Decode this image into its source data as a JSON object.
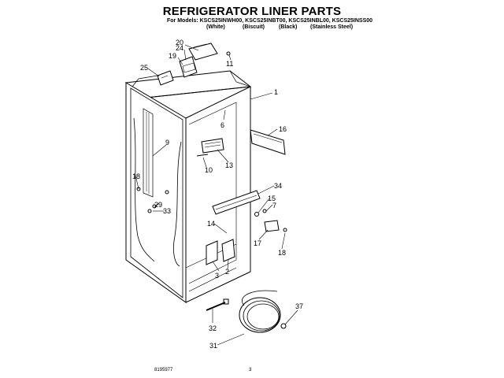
{
  "title": "REFRIGERATOR LINER PARTS",
  "models_line": "For Models: KSCS25INWH00, KSCS25INBT00, KSCS25INBL00, KSCS25INSS00",
  "variants": [
    "(White)",
    "(Biscuit)",
    "(Black)",
    "(Stainless Steel)"
  ],
  "footer": {
    "part_number": "8195977",
    "page": "3"
  },
  "callouts": [
    "20",
    "24",
    "19",
    "25",
    "11",
    "1",
    "6",
    "16",
    "9",
    "13",
    "10",
    "18",
    "34",
    "15",
    "29",
    "7",
    "33",
    "14",
    "17",
    "18",
    "3",
    "2",
    "37",
    "32",
    "31"
  ]
}
